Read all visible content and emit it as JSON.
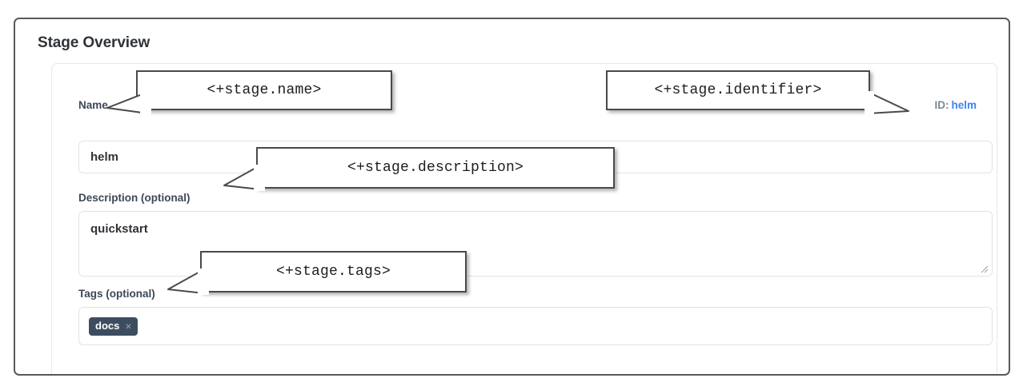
{
  "page": {
    "title": "Stage Overview"
  },
  "form": {
    "name": {
      "label": "Name",
      "value": "helm",
      "placeholder": ""
    },
    "identifier": {
      "key": "ID:",
      "value": "helm"
    },
    "description": {
      "label": "Description (optional)",
      "value": "quickstart",
      "placeholder": ""
    },
    "tags": {
      "label": "Tags (optional)",
      "chips": [
        {
          "label": "docs",
          "remove_icon": "×"
        }
      ]
    }
  },
  "annotations": [
    {
      "text": "<+stage.name>"
    },
    {
      "text": "<+stage.identifier>"
    },
    {
      "text": "<+stage.description>"
    },
    {
      "text": "<+stage.tags>"
    }
  ],
  "colors": {
    "frame_border": "#58595b",
    "label": "#3c4858",
    "id_value": "#3b82f6",
    "chip_background": "#3d4d60",
    "callout_border": "#4a4a4a"
  }
}
